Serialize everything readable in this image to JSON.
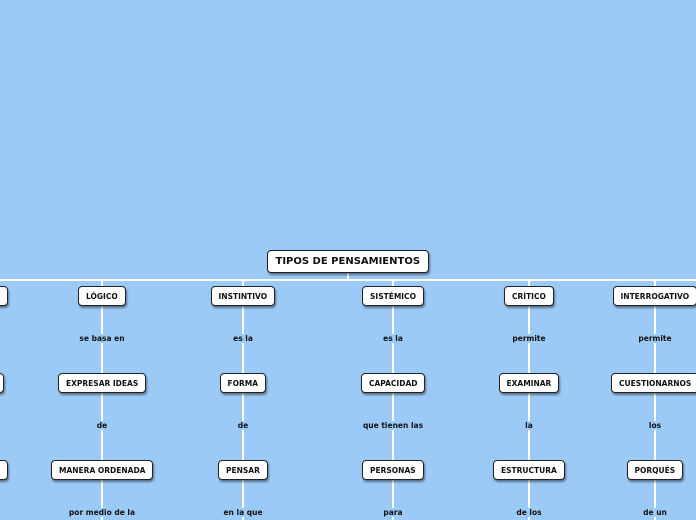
{
  "root": "TIPOS DE PENSAMIENTOS",
  "branches": [
    {
      "title": "LÓGICO",
      "l1": "se basa en",
      "n1": "EXPRESAR IDEAS",
      "l2": "de",
      "n2": "MANERA ORDENADA",
      "l3": "por medio de la"
    },
    {
      "title": "INSTINTIVO",
      "l1": "es la",
      "n1": "FORMA",
      "l2": "de",
      "n2": "PENSAR",
      "l3": "en la que"
    },
    {
      "title": "SISTÉMICO",
      "l1": "es la",
      "n1": "CAPACIDAD",
      "l2": "que tienen las",
      "n2": "PERSONAS",
      "l3": "para"
    },
    {
      "title": "CRÍTICO",
      "l1": "permite",
      "n1": "EXAMINAR",
      "l2": "la",
      "n2": "ESTRUCTURA",
      "l3": "de los"
    },
    {
      "title": "INTERROGATIVO",
      "l1": "permite",
      "n1": "CUESTIONARNOS",
      "l2": "los",
      "n2": "PORQUÉS",
      "l3": "de un"
    }
  ]
}
